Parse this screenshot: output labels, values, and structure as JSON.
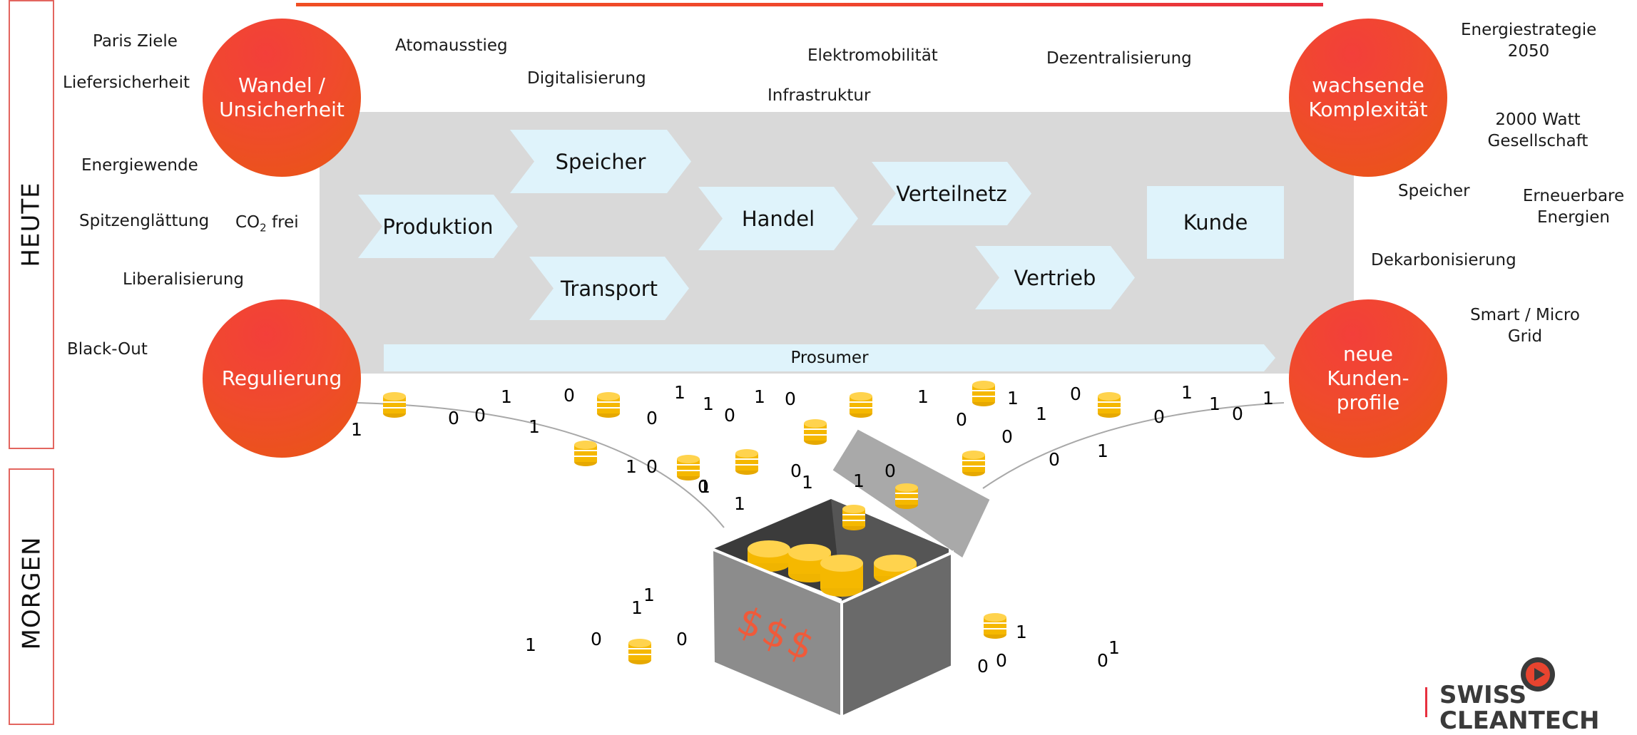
{
  "sections": {
    "today": "HEUTE",
    "tomorrow": "MORGEN"
  },
  "chain": {
    "produktion": "Produktion",
    "speicher": "Speicher",
    "transport": "Transport",
    "handel": "Handel",
    "verteilnetz": "Verteilnetz",
    "vertrieb": "Vertrieb",
    "kunde": "Kunde",
    "prosumer": "Prosumer"
  },
  "circles": {
    "wandel": "Wandel /\nUnsicherheit",
    "komplexitaet": "wachsende\nKomplexität",
    "regulierung": "Regulierung",
    "kundenprofile": "neue\nKunden-\nprofile"
  },
  "keywords": {
    "paris": "Paris Ziele",
    "liefersicherheit": "Liefersicherheit",
    "energiewende": "Energiewende",
    "spitzenglaettung": "Spitzenglättung",
    "co2_prefix": "CO",
    "co2_sub": "2",
    "co2_suffix": " frei",
    "liberalisierung": "Liberalisierung",
    "blackout": "Black-Out",
    "atomausstieg": "Atomausstieg",
    "digitalisierung": "Digitalisierung",
    "elektromobilitaet": "Elektromobilität",
    "infrastruktur": "Infrastruktur",
    "dezentralisierung": "Dezentralisierung",
    "energiestrategie": "Energiestrategie\n2050",
    "watt": "2000 Watt\nGesellschaft",
    "speicher_r": "Speicher",
    "erneuerbare": "Erneuerbare\nEnergien",
    "dekarbonisierung": "Dekarbonisierung",
    "smartgrid": "Smart / Micro\nGrid"
  },
  "bits": [
    "1",
    "0",
    "0",
    "1",
    "0",
    "1",
    "0",
    "1",
    "1",
    "0",
    "1",
    "0",
    "1",
    "1",
    "0",
    "0",
    "1",
    "0",
    "1",
    "1",
    "0",
    "1",
    "0",
    "0",
    "1",
    "1",
    "0",
    "1",
    "0",
    "1",
    "1",
    "0",
    "0",
    "1",
    "1",
    "1",
    "0",
    "0",
    "1",
    "1",
    "0",
    "0",
    "0",
    "1"
  ],
  "logo": {
    "line1": "SWISS",
    "line2": "CLEANTECH"
  },
  "colors": {
    "accent": "#f04e23",
    "circle": "#ed4a2a",
    "panel": "#d9d9d9",
    "arrow": "#dff3fb",
    "coin": "#f5b800",
    "chest": "#8c8c8c"
  }
}
